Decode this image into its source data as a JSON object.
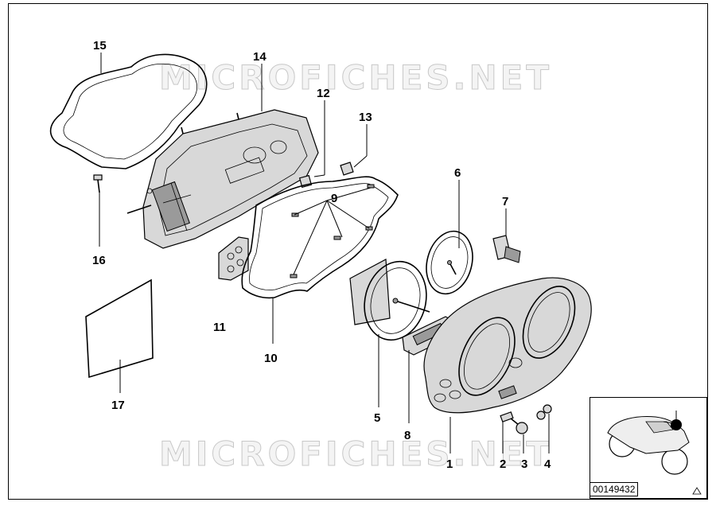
{
  "watermark": "MICROFICHES.NET",
  "document_number": "00149432",
  "callouts": [
    {
      "id": "c1",
      "label": "1"
    },
    {
      "id": "c2",
      "label": "2"
    },
    {
      "id": "c3",
      "label": "3"
    },
    {
      "id": "c4",
      "label": "4"
    },
    {
      "id": "c5",
      "label": "5"
    },
    {
      "id": "c6",
      "label": "6"
    },
    {
      "id": "c7",
      "label": "7"
    },
    {
      "id": "c8",
      "label": "8"
    },
    {
      "id": "c9",
      "label": "9"
    },
    {
      "id": "c10",
      "label": "10"
    },
    {
      "id": "c11",
      "label": "11"
    },
    {
      "id": "c12",
      "label": "12"
    },
    {
      "id": "c13",
      "label": "13"
    },
    {
      "id": "c14",
      "label": "14"
    },
    {
      "id": "c15",
      "label": "15"
    },
    {
      "id": "c16",
      "label": "16"
    },
    {
      "id": "c17",
      "label": "17"
    }
  ]
}
